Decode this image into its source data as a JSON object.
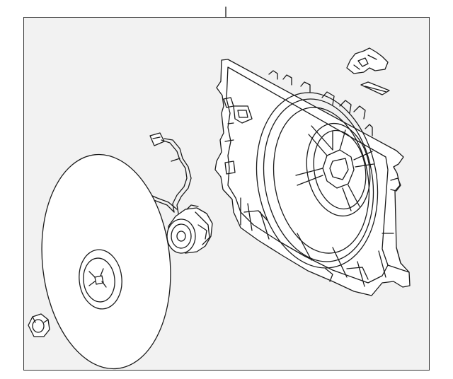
{
  "diagram": {
    "callouts": [],
    "colors": {
      "background": "#ffffff",
      "panel": "#f2f2f2",
      "line": "#1a1a1a",
      "part_fill": "#ffffff"
    },
    "parts": [
      {
        "name": "fan-shroud",
        "icon": "shroud-icon"
      },
      {
        "name": "fan-motor",
        "icon": "motor-icon"
      },
      {
        "name": "wiring-harness",
        "icon": "harness-icon"
      },
      {
        "name": "fan-blade",
        "icon": "fan-icon"
      },
      {
        "name": "hex-nut",
        "icon": "nut-icon"
      },
      {
        "name": "mounting-clip",
        "icon": "clip-icon"
      },
      {
        "name": "foam-pad",
        "icon": "pad-icon"
      }
    ]
  }
}
